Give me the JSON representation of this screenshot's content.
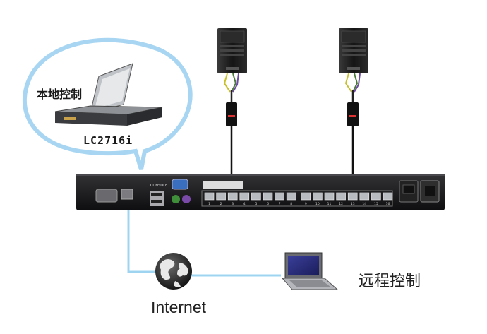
{
  "labels": {
    "local_control": "本地控制",
    "model": "LC2716i",
    "internet": "Internet",
    "remote_control": "远程控制"
  },
  "panel": {
    "console_text": "CONSOLE",
    "port_numbers": [
      "1",
      "2",
      "3",
      "4",
      "5",
      "6",
      "7",
      "8",
      "9",
      "10",
      "11",
      "12",
      "13",
      "14",
      "15",
      "16"
    ]
  },
  "colors": {
    "link_line": "#9fd4f0",
    "bubble_outline": "#a8d6f2",
    "chassis": "#1d1d1f"
  }
}
